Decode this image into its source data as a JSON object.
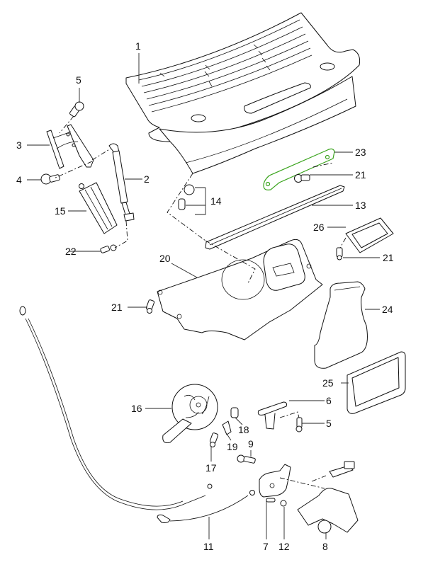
{
  "diagram": {
    "type": "exploded-parts-diagram",
    "highlight_color": "#3aa41d",
    "line_color": "#111111",
    "background": "#ffffff",
    "highlighted_part": "23",
    "callouts": [
      {
        "id": "c1",
        "label": "1",
        "part": "grille-cover"
      },
      {
        "id": "c2",
        "label": "2",
        "part": "gas-strut"
      },
      {
        "id": "c3",
        "label": "3",
        "part": "hinge"
      },
      {
        "id": "c4",
        "label": "4",
        "part": "hinge-bolt"
      },
      {
        "id": "c5a",
        "label": "5",
        "part": "hinge-screw"
      },
      {
        "id": "c5b",
        "label": "5",
        "part": "bracket-screw"
      },
      {
        "id": "c6",
        "label": "6",
        "part": "bracket"
      },
      {
        "id": "c7",
        "label": "7",
        "part": "lock"
      },
      {
        "id": "c8",
        "label": "8",
        "part": "lock-actuator"
      },
      {
        "id": "c9",
        "label": "9",
        "part": "lock-bolt"
      },
      {
        "id": "c11",
        "label": "11",
        "part": "safety-cable"
      },
      {
        "id": "c12",
        "label": "12",
        "part": "clip"
      },
      {
        "id": "c13",
        "label": "13",
        "part": "seal-strip"
      },
      {
        "id": "c14",
        "label": "14",
        "part": "nut-and-screw-set"
      },
      {
        "id": "c15",
        "label": "15",
        "part": "hinge-cover"
      },
      {
        "id": "c16",
        "label": "16",
        "part": "fan"
      },
      {
        "id": "c17",
        "label": "17",
        "part": "fan-screw"
      },
      {
        "id": "c18",
        "label": "18",
        "part": "grommet"
      },
      {
        "id": "c19",
        "label": "19",
        "part": "spacer-sleeve"
      },
      {
        "id": "c20",
        "label": "20",
        "part": "cover-panel"
      },
      {
        "id": "c21a",
        "label": "21",
        "part": "screw-bracket"
      },
      {
        "id": "c21b",
        "label": "21",
        "part": "screw-frame"
      },
      {
        "id": "c21c",
        "label": "21",
        "part": "screw-panel"
      },
      {
        "id": "c22",
        "label": "22",
        "part": "ball-stud"
      },
      {
        "id": "c23",
        "label": "23",
        "part": "support-bracket"
      },
      {
        "id": "c24",
        "label": "24",
        "part": "air-duct"
      },
      {
        "id": "c25",
        "label": "25",
        "part": "duct-seal"
      },
      {
        "id": "c26",
        "label": "26",
        "part": "duct-frame"
      }
    ]
  }
}
